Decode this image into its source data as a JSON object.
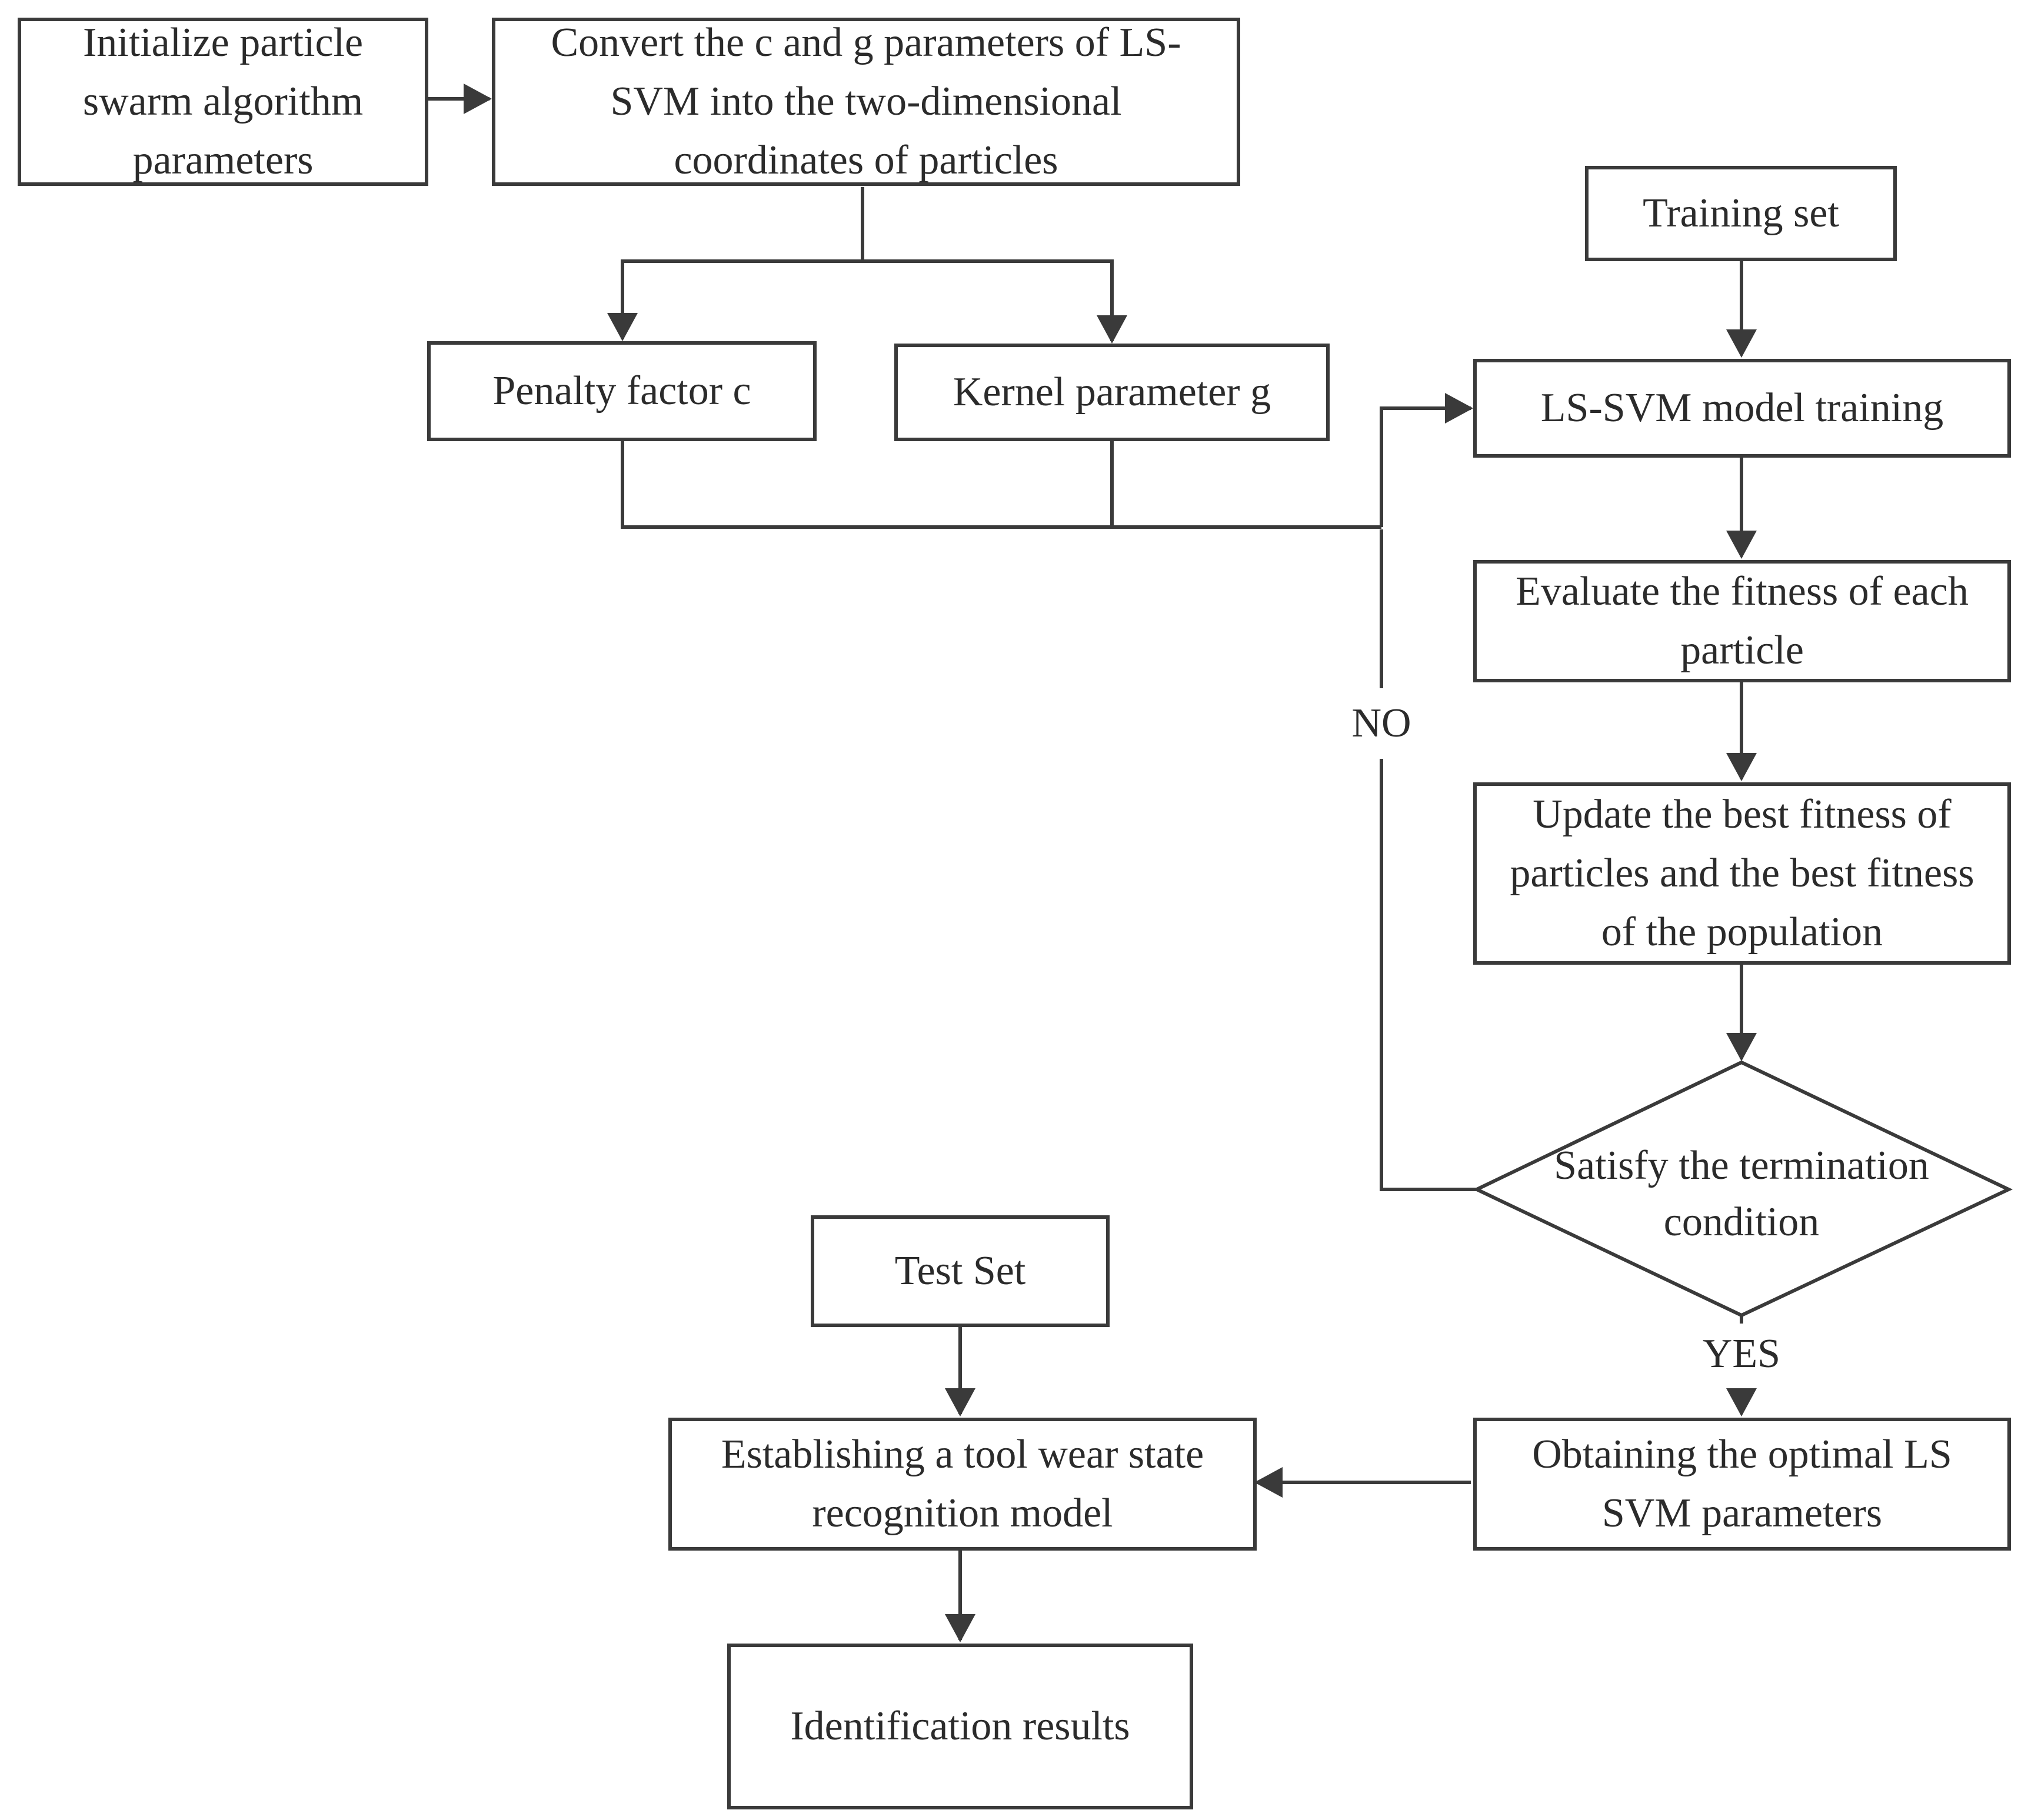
{
  "nodes": {
    "init": "Initialize particle swarm algorithm parameters",
    "convert": "Convert the c and g parameters of LS-SVM into the two-dimensional coordinates of particles",
    "penalty": "Penalty factor c",
    "kernel": "Kernel parameter g",
    "training_set": "Training set",
    "lssvm_training": "LS-SVM model training",
    "evaluate": "Evaluate the fitness of each particle",
    "update": "Update the best fitness of particles and the best fitness of the population",
    "termination": "Satisfy the termination condition",
    "optimal": "Obtaining the optimal LS SVM parameters",
    "test_set": "Test Set",
    "establish": "Establishing a tool wear state recognition model",
    "results": "Identification results"
  },
  "edge_labels": {
    "no": "NO",
    "yes": "YES"
  },
  "colors": {
    "line": "#3a3a3a",
    "text": "#2b2b2b",
    "background": "#ffffff"
  }
}
